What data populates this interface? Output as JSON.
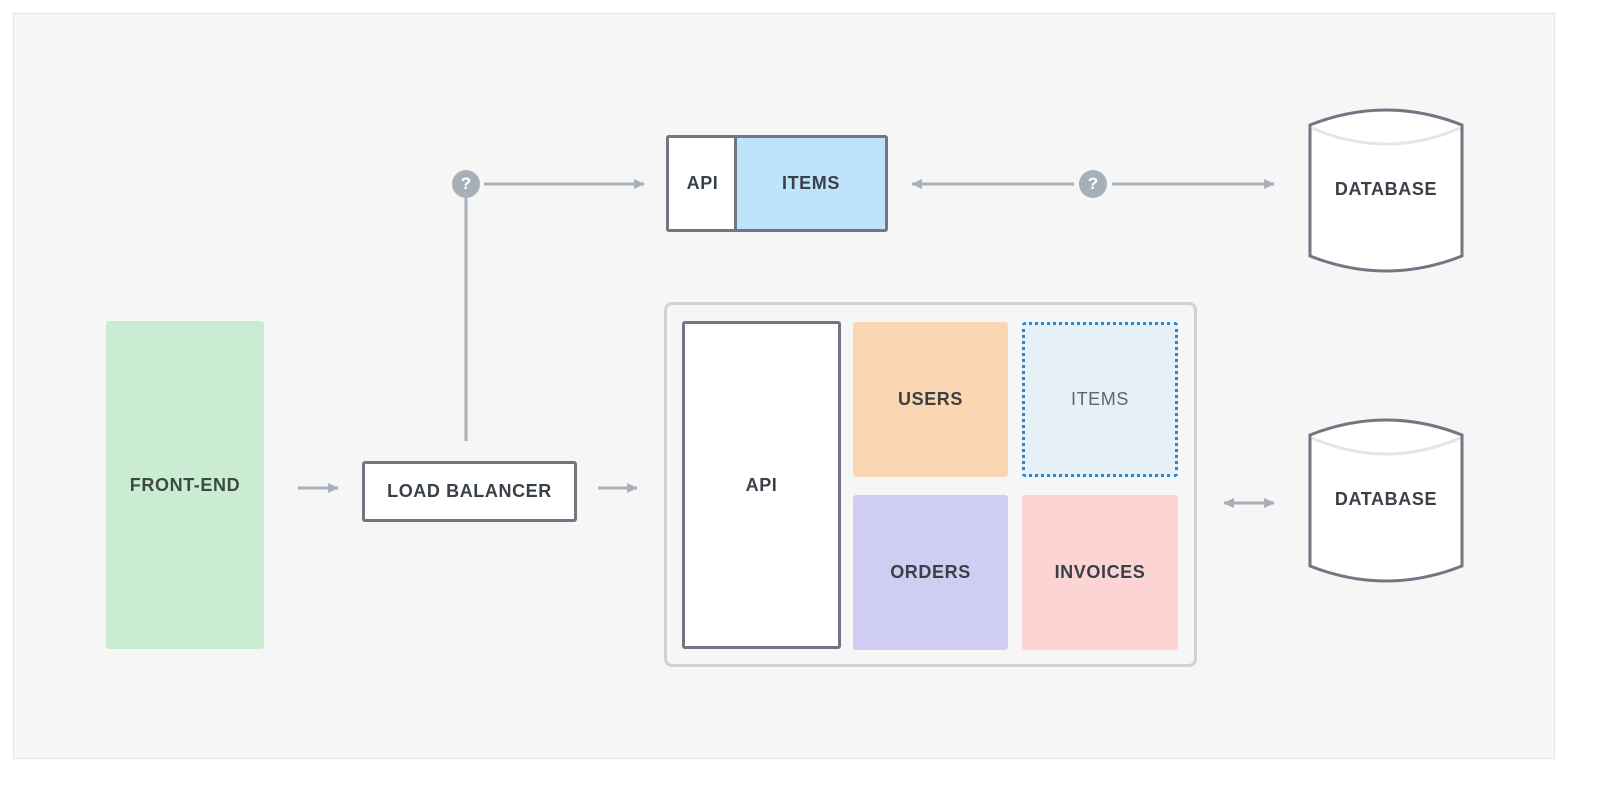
{
  "nodes": {
    "frontend": "FRONT-END",
    "load_balancer": "LOAD BALANCER",
    "top_api": "API",
    "top_items": "ITEMS",
    "main_api": "API",
    "users": "USERS",
    "items": "ITEMS",
    "orders": "ORDERS",
    "invoices": "INVOICES",
    "database_top": "DATABASE",
    "database_bottom": "DATABASE"
  },
  "markers": {
    "question": "?"
  },
  "colors": {
    "frontend": "#c9ecd2",
    "items_top": "#bfe3fb",
    "users": "#fbd6b3",
    "items_dashed": "#e6f0f7",
    "orders": "#cfcdf1",
    "invoices": "#fdd4d4",
    "connector": "#a7b0b8",
    "border": "#6f7882"
  }
}
